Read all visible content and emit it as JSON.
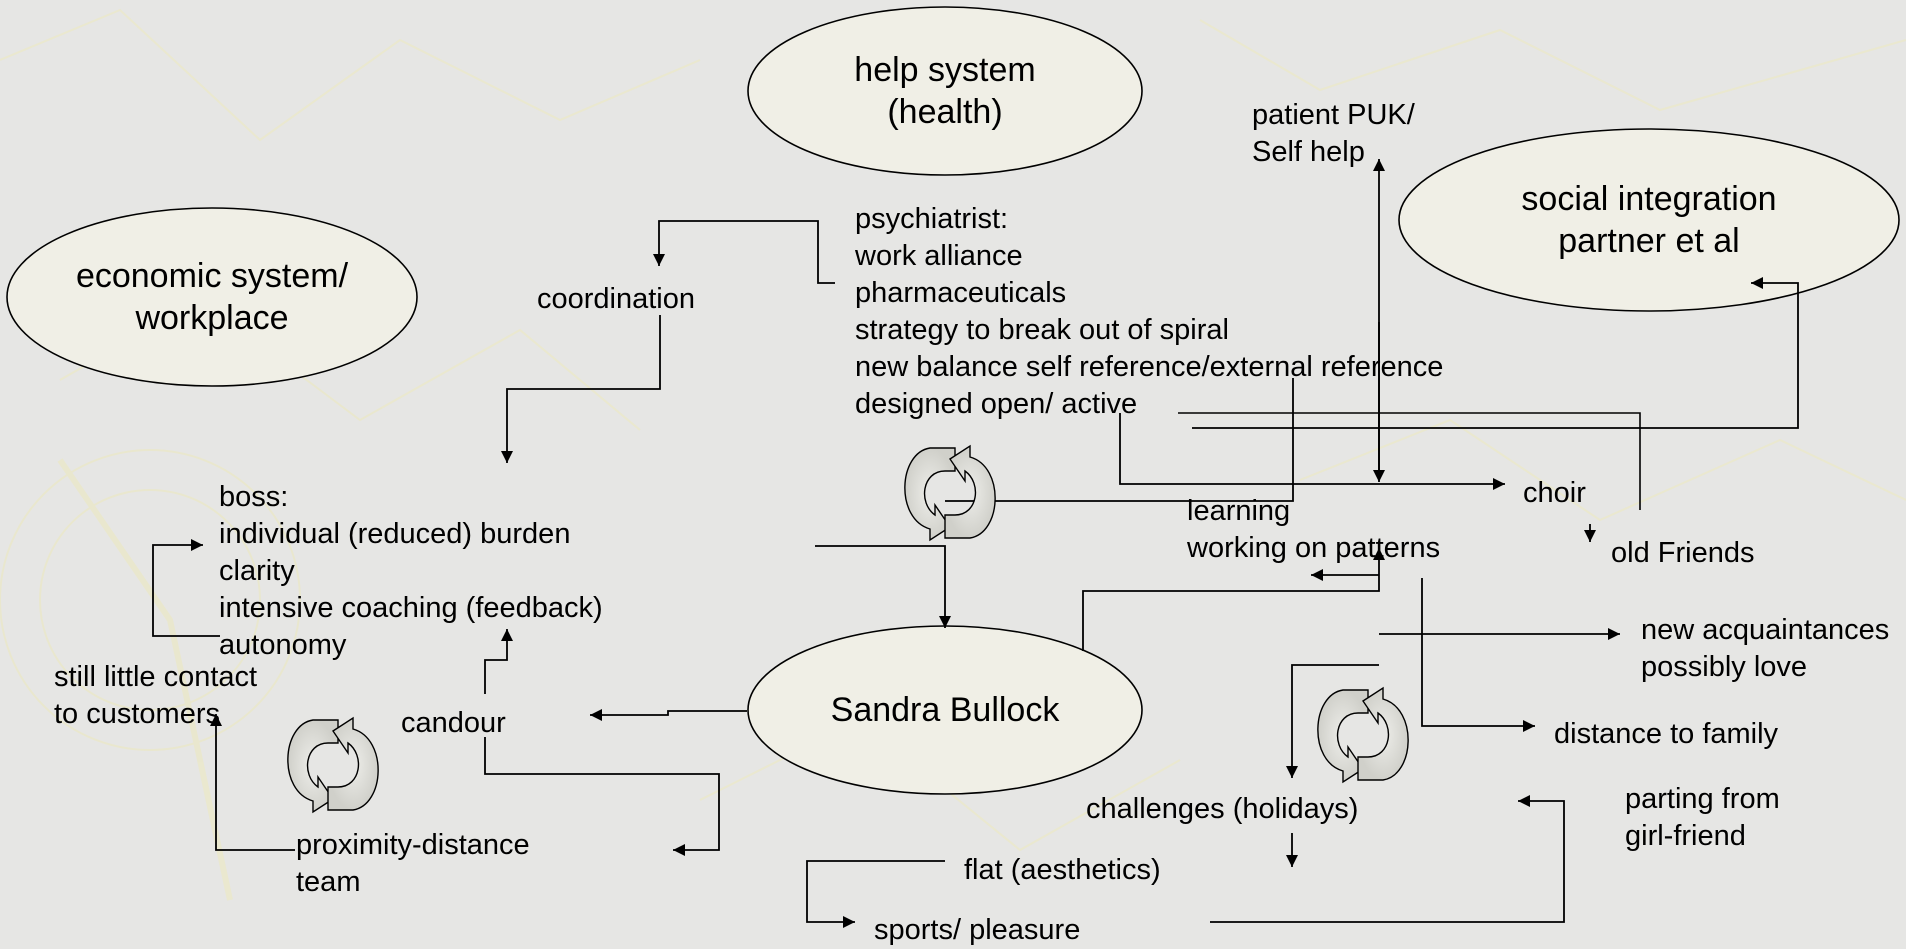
{
  "nodes": {
    "help_system": [
      "help system",
      "(health)"
    ],
    "economic_system": [
      "economic system/",
      "workplace"
    ],
    "social_integration": [
      "social integration",
      "partner et al"
    ],
    "sandra": [
      "Sandra Bullock"
    ]
  },
  "labels": {
    "patient_puk": [
      "patient PUK/",
      "Self help"
    ],
    "psychiatrist": [
      "psychiatrist:",
      "work alliance",
      "pharmaceuticals",
      "strategy to break out of spiral",
      "new balance self reference/external reference",
      "designed open/ active"
    ],
    "coordination": [
      "coordination"
    ],
    "boss": [
      "boss:",
      "individual (reduced) burden",
      "clarity",
      "intensive coaching (feedback)",
      "autonomy"
    ],
    "still_little_contact": [
      "still little contact",
      "to customers"
    ],
    "candour": [
      "candour"
    ],
    "proximity_distance": [
      "proximity-distance",
      "team"
    ],
    "choir": [
      "choir"
    ],
    "learning": [
      "learning",
      "working on patterns"
    ],
    "old_friends": [
      "old Friends"
    ],
    "new_acquaintances": [
      "new acquaintances",
      "possibly love"
    ],
    "distance_family": [
      "distance to family"
    ],
    "parting": [
      "parting from",
      "girl-friend"
    ],
    "challenges": [
      "challenges (holidays)"
    ],
    "flat": [
      "flat (aesthetics)"
    ],
    "sports": [
      "sports/ pleasure"
    ]
  },
  "colors": {
    "background": "#e6e6e4",
    "ellipse_fill": "#f0efe6",
    "line": "#000000",
    "cycle_fill": "#d2d2cc",
    "watermark": "#eae8cc"
  }
}
